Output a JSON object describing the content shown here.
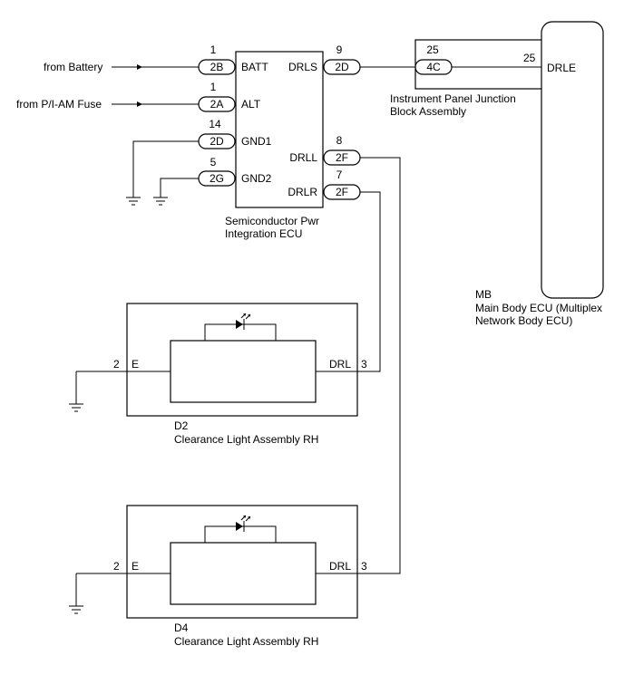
{
  "ecu": {
    "name_line1": "Semiconductor Pwr",
    "name_line2": "Integration ECU",
    "pins": {
      "batt": "BATT",
      "alt": "ALT",
      "gnd1": "GND1",
      "gnd2": "GND2",
      "drls": "DRLS",
      "drll": "DRLL",
      "drlr": "DRLR"
    }
  },
  "inputs": {
    "battery": "from Battery",
    "fuse": "from P/I-AM Fuse"
  },
  "connectors": [
    {
      "id": "2B",
      "pin": "1"
    },
    {
      "id": "2A",
      "pin": "1"
    },
    {
      "id": "2D",
      "pin": "14"
    },
    {
      "id": "2G",
      "pin": "5"
    },
    {
      "id": "2D",
      "pin": "9"
    },
    {
      "id": "2F",
      "pin": "8"
    },
    {
      "id": "2F",
      "pin": "7"
    },
    {
      "id": "4C",
      "pin": "25"
    }
  ],
  "junction_block": {
    "line1": "Instrument Panel Junction",
    "line2": "Block Assembly"
  },
  "main_body_ecu": {
    "pin_label": "DRLE",
    "pin_number": "25",
    "code": "MB",
    "line1": "Main Body ECU (Multiplex",
    "line2": "Network Body ECU)"
  },
  "clearance_lights": [
    {
      "code": "D2",
      "name": "Clearance Light Assembly RH",
      "pin_e_num": "2",
      "pin_e": "E",
      "pin_drl": "DRL",
      "pin_drl_num": "3"
    },
    {
      "code": "D4",
      "name": "Clearance Light Assembly RH",
      "pin_e_num": "2",
      "pin_e": "E",
      "pin_drl": "DRL",
      "pin_drl_num": "3"
    }
  ]
}
